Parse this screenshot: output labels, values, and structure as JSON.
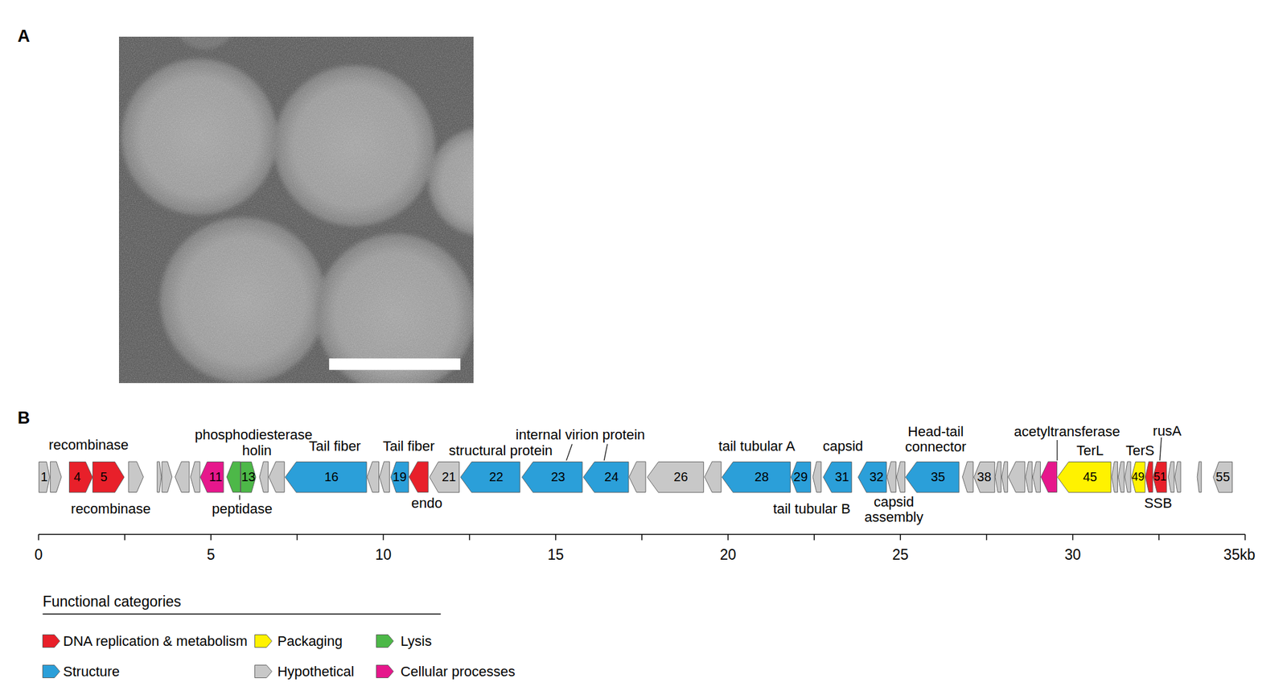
{
  "diagram": {
    "nodes": [
      {
        "text": [
          "1"
        ]
      },
      {
        "text": [
          "4"
        ]
      },
      {
        "text": [
          "5"
        ]
      },
      {
        "text": [
          "11"
        ]
      },
      {
        "text": [
          "13"
        ]
      },
      {
        "text": [
          "16"
        ]
      },
      {
        "text": [
          "19"
        ]
      },
      {
        "text": [
          "21"
        ]
      },
      {
        "text": [
          "22"
        ]
      },
      {
        "text": [
          "23"
        ]
      },
      {
        "text": [
          "24"
        ]
      },
      {
        "text": [
          "26"
        ]
      },
      {
        "text": [
          "28"
        ]
      },
      {
        "text": [
          "29"
        ]
      },
      {
        "text": [
          "31"
        ]
      },
      {
        "text": [
          "32"
        ]
      },
      {
        "text": [
          "35"
        ]
      },
      {
        "text": [
          "38"
        ]
      },
      {
        "text": [
          "45"
        ]
      },
      {
        "text": [
          "49"
        ]
      },
      {
        "text": [
          "51"
        ]
      },
      {
        "text": [
          "55"
        ]
      }
    ],
    "labels": [
      "A",
      "B",
      "recombinase",
      "recombinase",
      "phosphodiesterase",
      "holin",
      "peptidase",
      "Tail fiber",
      "Tail fiber",
      "endo",
      "structural protein",
      "internal virion protein",
      "tail tubular A",
      "tail tubular B",
      "capsid",
      "capsid assembly",
      "Head-tail connector",
      "acetyltransferase",
      "TerL",
      "TerS",
      "rusA",
      "SSB",
      "0",
      "5",
      "10",
      "15",
      "20",
      "25",
      "30",
      "35kb",
      "Functional categories"
    ],
    "legend": [
      {
        "text": "DNA replication & metabolism",
        "color": "#e8202a"
      },
      {
        "text": "Packaging",
        "color": "#fff200"
      },
      {
        "text": "Lysis",
        "color": "#4db848"
      },
      {
        "text": "Structure",
        "color": "#2b9fd9"
      },
      {
        "text": "Hypothetical",
        "color": "#c8c8c8"
      },
      {
        "text": "Cellular processes",
        "color": "#e6178c"
      }
    ]
  }
}
